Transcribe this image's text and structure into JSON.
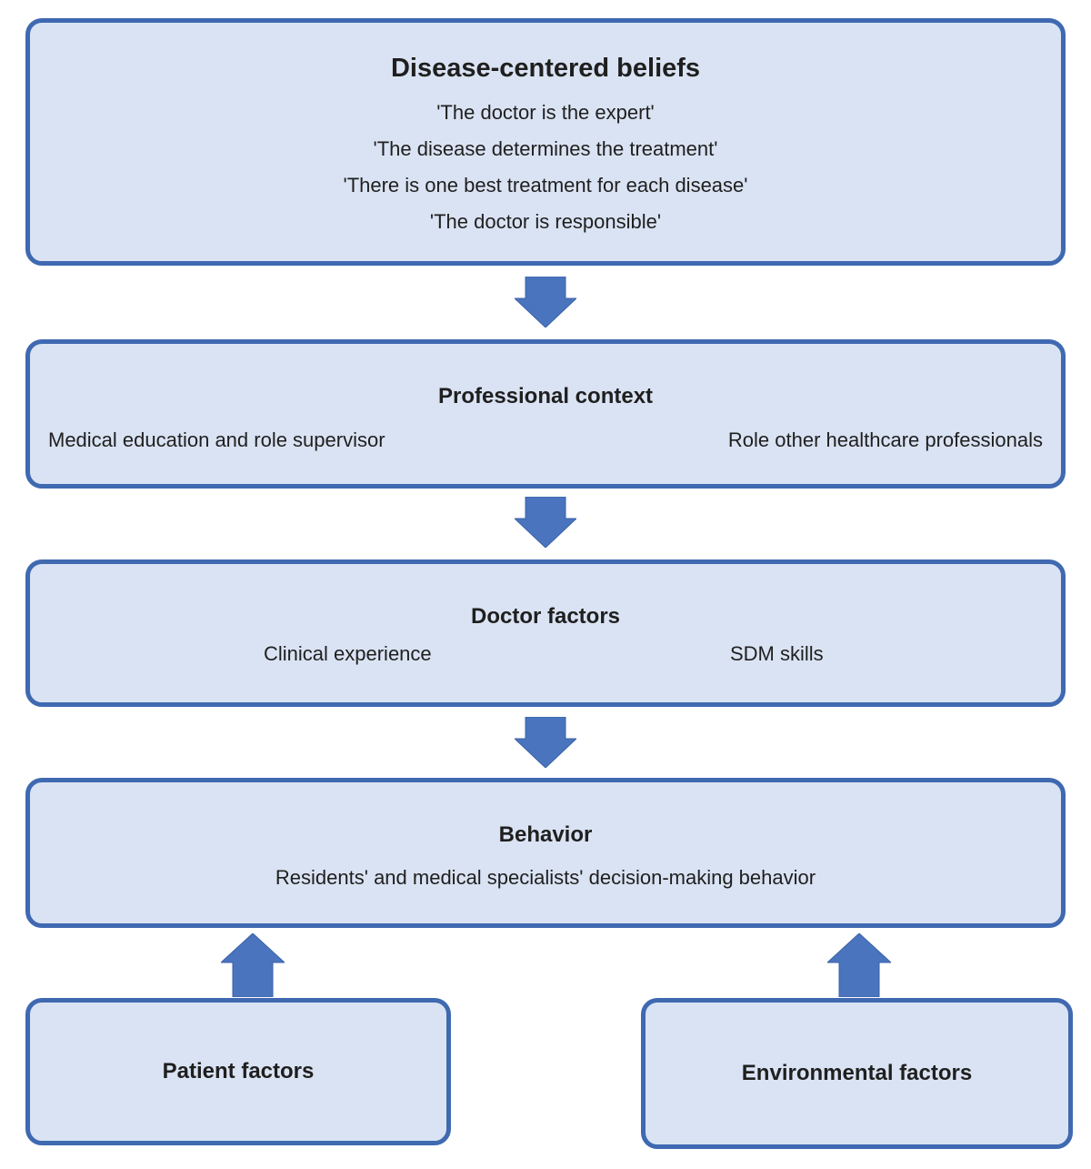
{
  "diagram": {
    "boxes": {
      "disease_beliefs": {
        "title": "Disease-centered beliefs",
        "items": [
          "'The doctor is the expert'",
          "'The disease determines the treatment'",
          "'There is one best treatment for each disease'",
          "'The doctor is responsible'"
        ]
      },
      "professional_context": {
        "title": "Professional context",
        "left_item": "Medical education and role supervisor",
        "right_item": "Role other healthcare professionals"
      },
      "doctor_factors": {
        "title": "Doctor factors",
        "left_item": "Clinical experience",
        "right_item": "SDM skills"
      },
      "behavior": {
        "title": "Behavior",
        "subtitle": "Residents' and medical specialists' decision-making behavior"
      },
      "patient_factors": {
        "title": "Patient factors"
      },
      "environmental_factors": {
        "title": "Environmental factors"
      }
    },
    "colors": {
      "box_fill": "#dae3f3",
      "box_border": "#3f69b1",
      "arrow": "#4a74bd",
      "text": "#1f1f1f"
    }
  }
}
